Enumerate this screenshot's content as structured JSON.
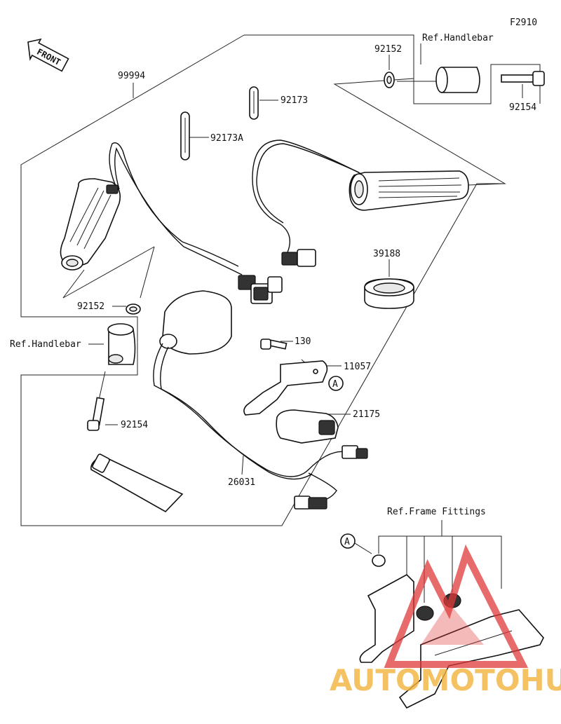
{
  "figure_code": "F2910",
  "front_label": "FRONT",
  "callouts": {
    "kit": "99994",
    "cap_top": "92152",
    "ref_handlebar_top": "Ref.Handlebar",
    "bolt_top": "92154",
    "clamp_a": "92173A",
    "clamp": "92173",
    "seal": "39188",
    "cap_left": "92152",
    "ref_handlebar_left": "Ref.Handlebar",
    "bolt_left": "92154",
    "bolt_130": "130",
    "bracket": "11057",
    "controller": "21175",
    "harness": "26031",
    "ref_frame": "Ref.Frame Fittings",
    "marker": "A"
  },
  "watermark": "AUTOMOTOHUB",
  "brand_colors": {
    "watermark_red": "#e03a3a",
    "watermark_orange": "#f2b33d"
  }
}
